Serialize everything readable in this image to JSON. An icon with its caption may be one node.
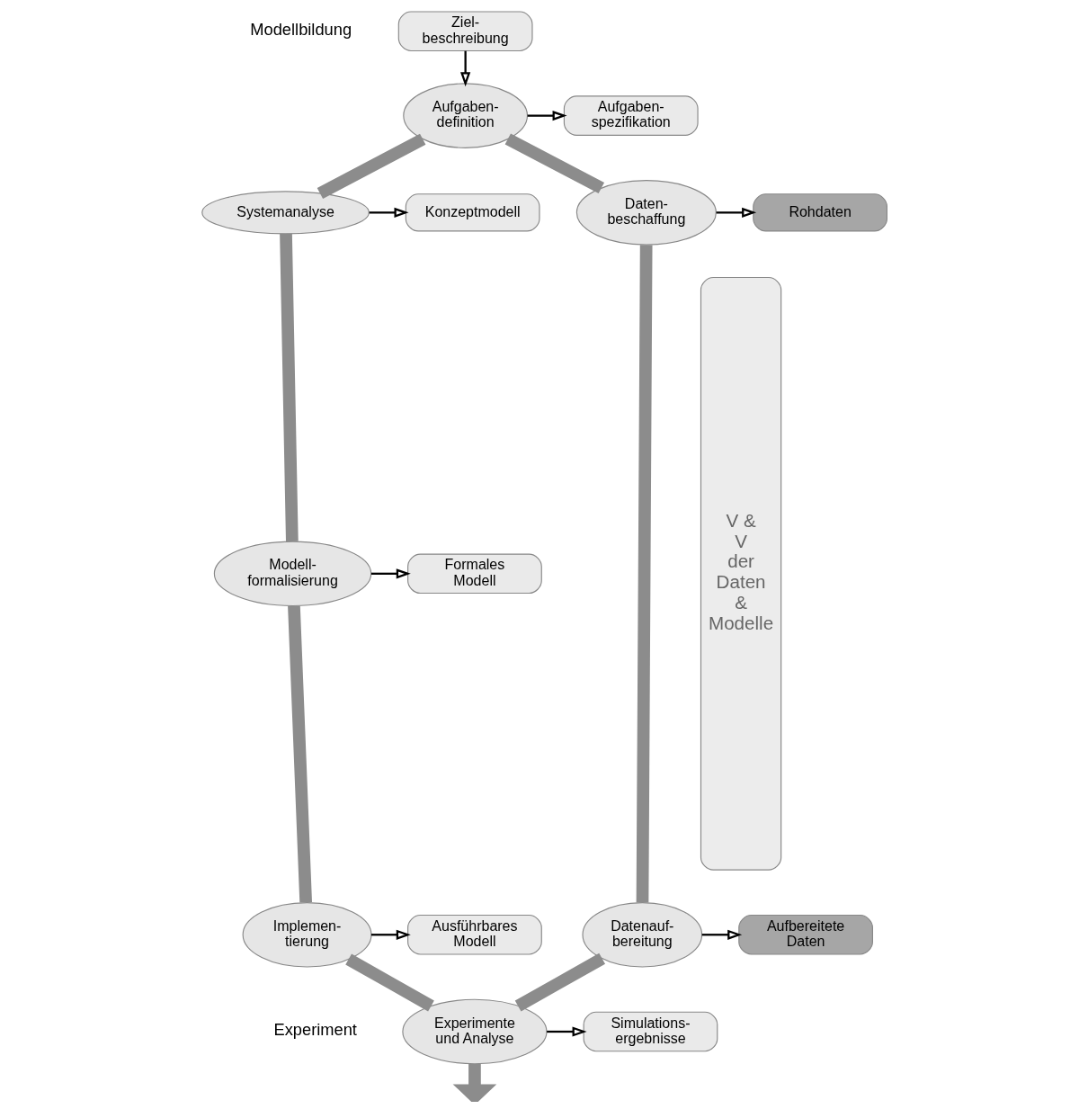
{
  "diagram": {
    "nodes": [
      {
        "text": [
          "Ziel- beschreibung"
        ]
      },
      {
        "text": [
          "Aufgaben- definition"
        ]
      },
      {
        "text": [
          "Aufgaben- spezifikation"
        ]
      },
      {
        "text": [
          "Systemanalyse"
        ]
      },
      {
        "text": [
          "Konzeptmodell"
        ]
      },
      {
        "text": [
          "Daten- beschaffung"
        ]
      },
      {
        "text": [
          "Rohdaten"
        ]
      },
      {
        "text": [
          "Modell- formalisierung"
        ]
      },
      {
        "text": [
          "Formales Modell"
        ]
      },
      {
        "text": [
          "Datenauf- bereitung"
        ]
      },
      {
        "text": [
          "Aufbereitete Daten"
        ]
      },
      {
        "text": [
          "Implemen- tierung"
        ]
      },
      {
        "text": [
          "Ausführbares Modell"
        ]
      },
      {
        "text": [
          "Experimente und Analyse"
        ]
      },
      {
        "text": [
          "Simulations- ergebnisse"
        ]
      },
      {
        "text": [
          "V & V der Daten & Modelle"
        ]
      }
    ],
    "edges": [
      {
        "from": 0,
        "to": 1,
        "arrow": "to"
      },
      {
        "from": 1,
        "to": 3,
        "arrow": "none",
        "style": "thick",
        "color": "#8c8c8c"
      },
      {
        "from": 3,
        "to": 7,
        "arrow": "none",
        "style": "thick",
        "color": "#8c8c8c"
      },
      {
        "from": 7,
        "to": 11,
        "arrow": "none",
        "style": "thick",
        "color": "#8c8c8c"
      },
      {
        "from": 11,
        "to": 13,
        "arrow": "none",
        "style": "thick",
        "color": "#8c8c8c"
      },
      {
        "from": 13,
        "to": null,
        "arrow": "to",
        "style": "thick",
        "color": "#8c8c8c"
      },
      {
        "from": 1,
        "to": 5,
        "arrow": "none",
        "style": "thick",
        "color": "#8c8c8c"
      },
      {
        "from": 5,
        "to": 9,
        "arrow": "none",
        "style": "thick",
        "color": "#8c8c8c"
      },
      {
        "from": 9,
        "to": 13,
        "arrow": "none",
        "style": "thick",
        "color": "#8c8c8c"
      },
      {
        "from": 1,
        "to": 2,
        "arrow": "to"
      },
      {
        "from": 3,
        "to": 4,
        "arrow": "to"
      },
      {
        "from": 5,
        "to": 6,
        "arrow": "to"
      },
      {
        "from": 7,
        "to": 8,
        "arrow": "to"
      },
      {
        "from": 9,
        "to": 10,
        "arrow": "to"
      },
      {
        "from": 11,
        "to": 12,
        "arrow": "to"
      },
      {
        "from": 13,
        "to": 14,
        "arrow": "to"
      }
    ],
    "labels": [
      "Modellbildung",
      "Experiment"
    ]
  }
}
